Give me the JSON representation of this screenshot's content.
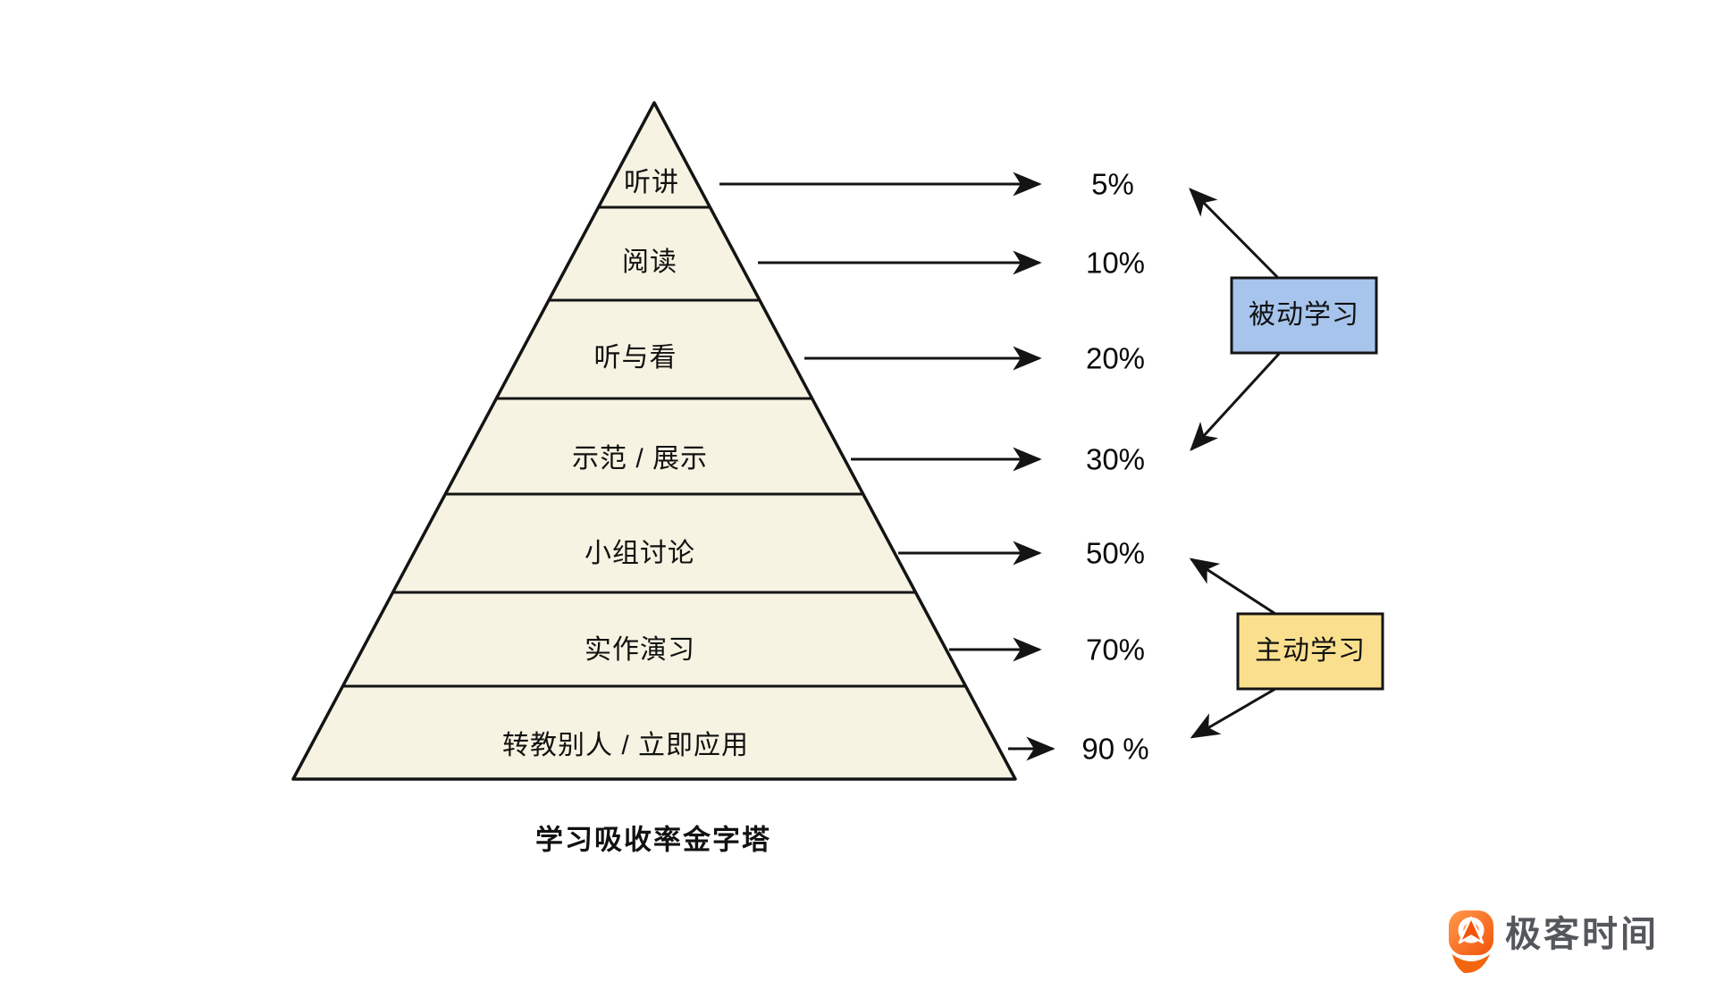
{
  "caption": "学习吸收率金字塔",
  "pyramid": {
    "fill": "#F6F3E2",
    "stroke": "#141414",
    "levels": [
      {
        "label": "听讲",
        "value": "5%"
      },
      {
        "label": "阅读",
        "value": "10%"
      },
      {
        "label": "听与看",
        "value": "20%"
      },
      {
        "label": "示范 / 展示",
        "value": "30%"
      },
      {
        "label": "小组讨论",
        "value": "50%"
      },
      {
        "label": "实作演习",
        "value": "70%"
      },
      {
        "label": "转教别人 / 立即应用",
        "value": "90 %"
      }
    ]
  },
  "annotations": {
    "passive": {
      "label": "被动学习",
      "fill": "#A6C4EC"
    },
    "active": {
      "label": "主动学习",
      "fill": "#FAE08E"
    }
  },
  "logo": {
    "text": "极客时间",
    "orange": "#F25409",
    "text_color": "#54575B"
  }
}
